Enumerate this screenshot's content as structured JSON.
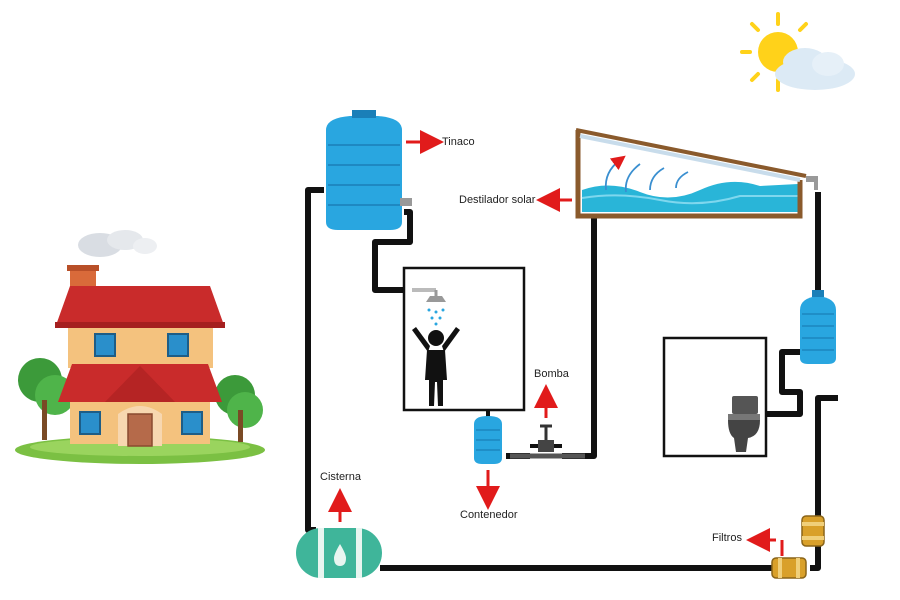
{
  "labels": {
    "tinaco": "Tinaco",
    "destilador": "Destilador solar",
    "bomba": "Bomba",
    "contenedor": "Contenedor",
    "cisterna": "Cisterna",
    "filtros": "Filtros"
  },
  "colors": {
    "pipe": "#111111",
    "tank_blue": "#29a6e0",
    "tank_dark": "#1a7fb8",
    "arrow_red": "#e11b1b",
    "cistern_teal": "#3fb59a",
    "filter_gold": "#d9a02a",
    "roof_red": "#c92b2b",
    "wall": "#f4c27e",
    "sun": "#ffd21a"
  }
}
